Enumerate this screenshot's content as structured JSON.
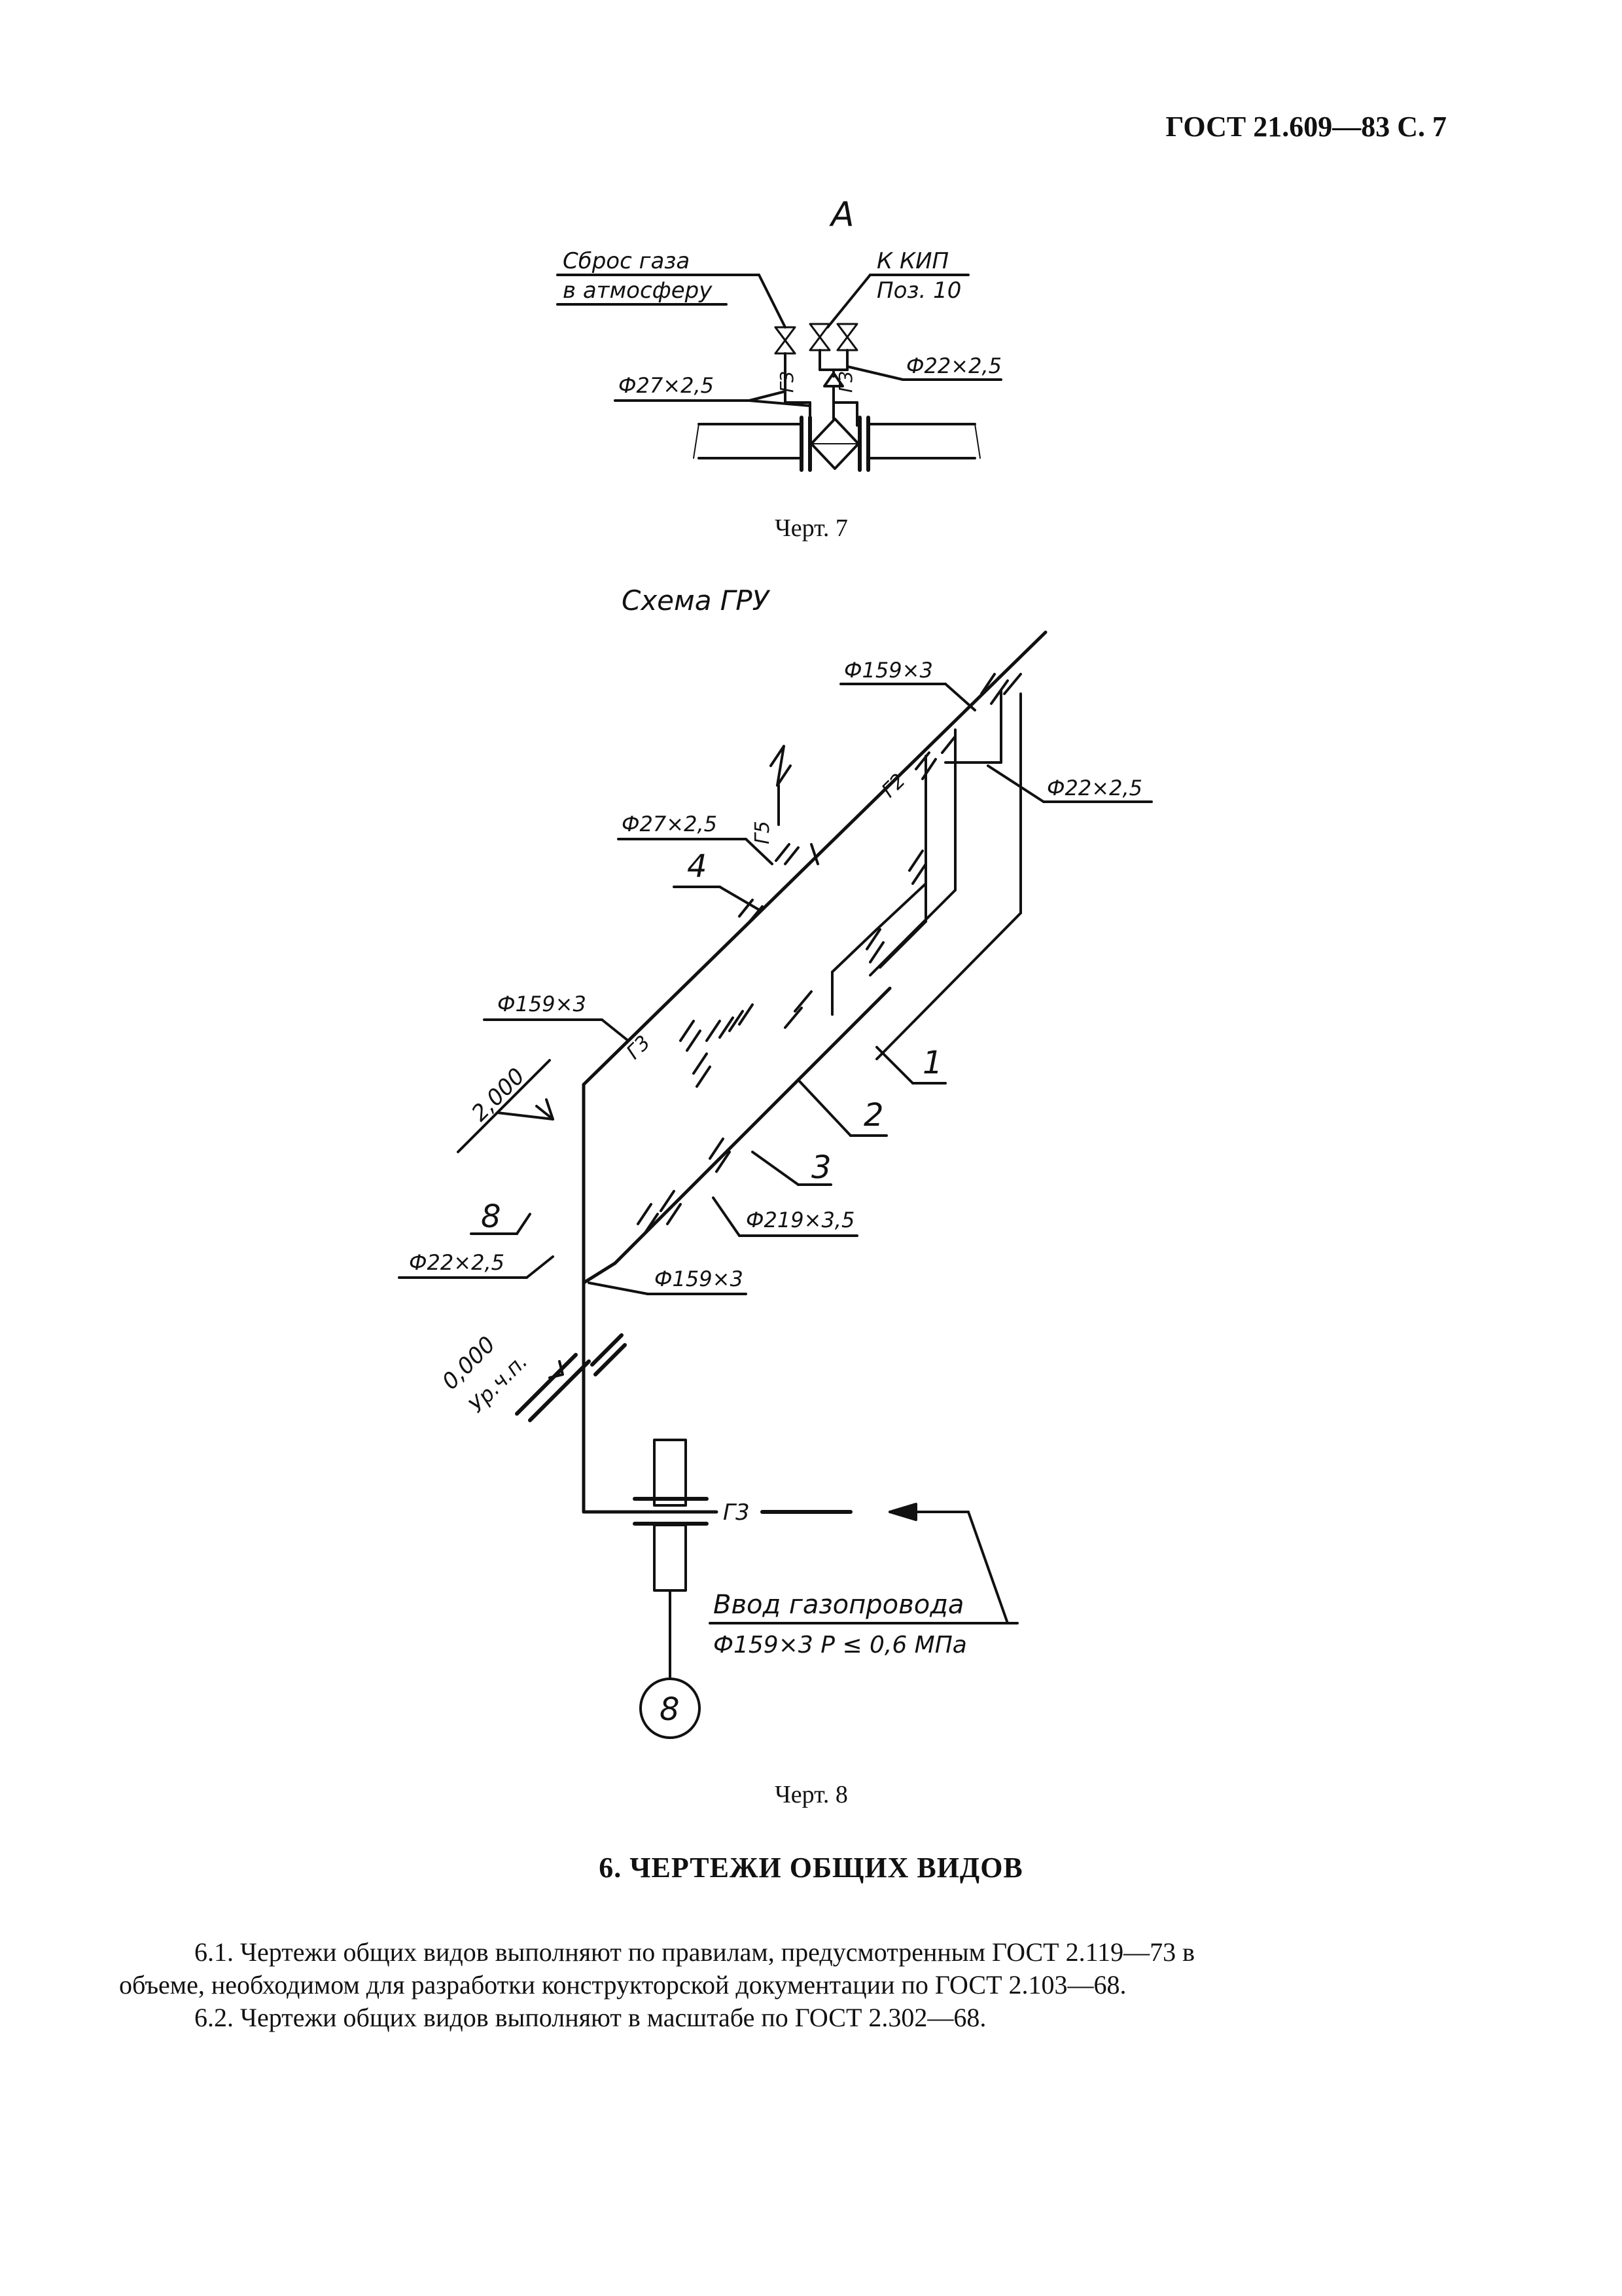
{
  "header": {
    "doc_ref": "ГОСТ 21.609—83 С. 7"
  },
  "figure7": {
    "view_label": "А",
    "label_vent_line1": "Сброс газа",
    "label_vent_line2": "в атмосферу",
    "label_kip_line1": "К КИП",
    "label_kip_line2": "Поз. 10",
    "label_pipe_left": "Ф27×2,5",
    "label_pipe_right": "Ф22×2,5",
    "label_g3_left": "Г3",
    "label_g3_right": "Г3",
    "caption": "Черт. 7"
  },
  "figure8": {
    "title": "Схема ГРУ",
    "label_top_pipe": "Ф159×3",
    "label_right_pipe": "Ф22×2,5",
    "label_mid_pipe": "Ф27×2,5",
    "label_num_4": "4",
    "label_left_pipe": "Ф159×3",
    "label_elev_top": "2,000",
    "label_num_1": "1",
    "label_num_2": "2",
    "label_num_3": "3",
    "label_num_8": "8",
    "label_d219": "Ф219×3,5",
    "label_d22_left": "Ф22×2,5",
    "label_d159_low": "Ф159×3",
    "label_elev_zero": "0,000",
    "label_floor": "Ур.ч.п.",
    "label_inlet_line1": "Ввод газопровода",
    "label_inlet_line2": "Ф159×3  Р ≤ 0,6 МПа",
    "label_g3": "Г3",
    "label_g2": "Г2",
    "label_g5": "Г5",
    "label_axis": "8",
    "caption": "Черт. 8"
  },
  "section": {
    "title": "6. ЧЕРТЕЖИ ОБЩИХ ВИДОВ",
    "para1_line1": "6.1. Чертежи общих видов выполняют по правилам, предусмотренным ГОСТ 2.119—73 в",
    "para1_line2": "объеме, необходимом для разработки конструкторской документации по ГОСТ 2.103—68.",
    "para2": "6.2. Чертежи общих видов выполняют в масштабе по ГОСТ 2.302—68."
  }
}
